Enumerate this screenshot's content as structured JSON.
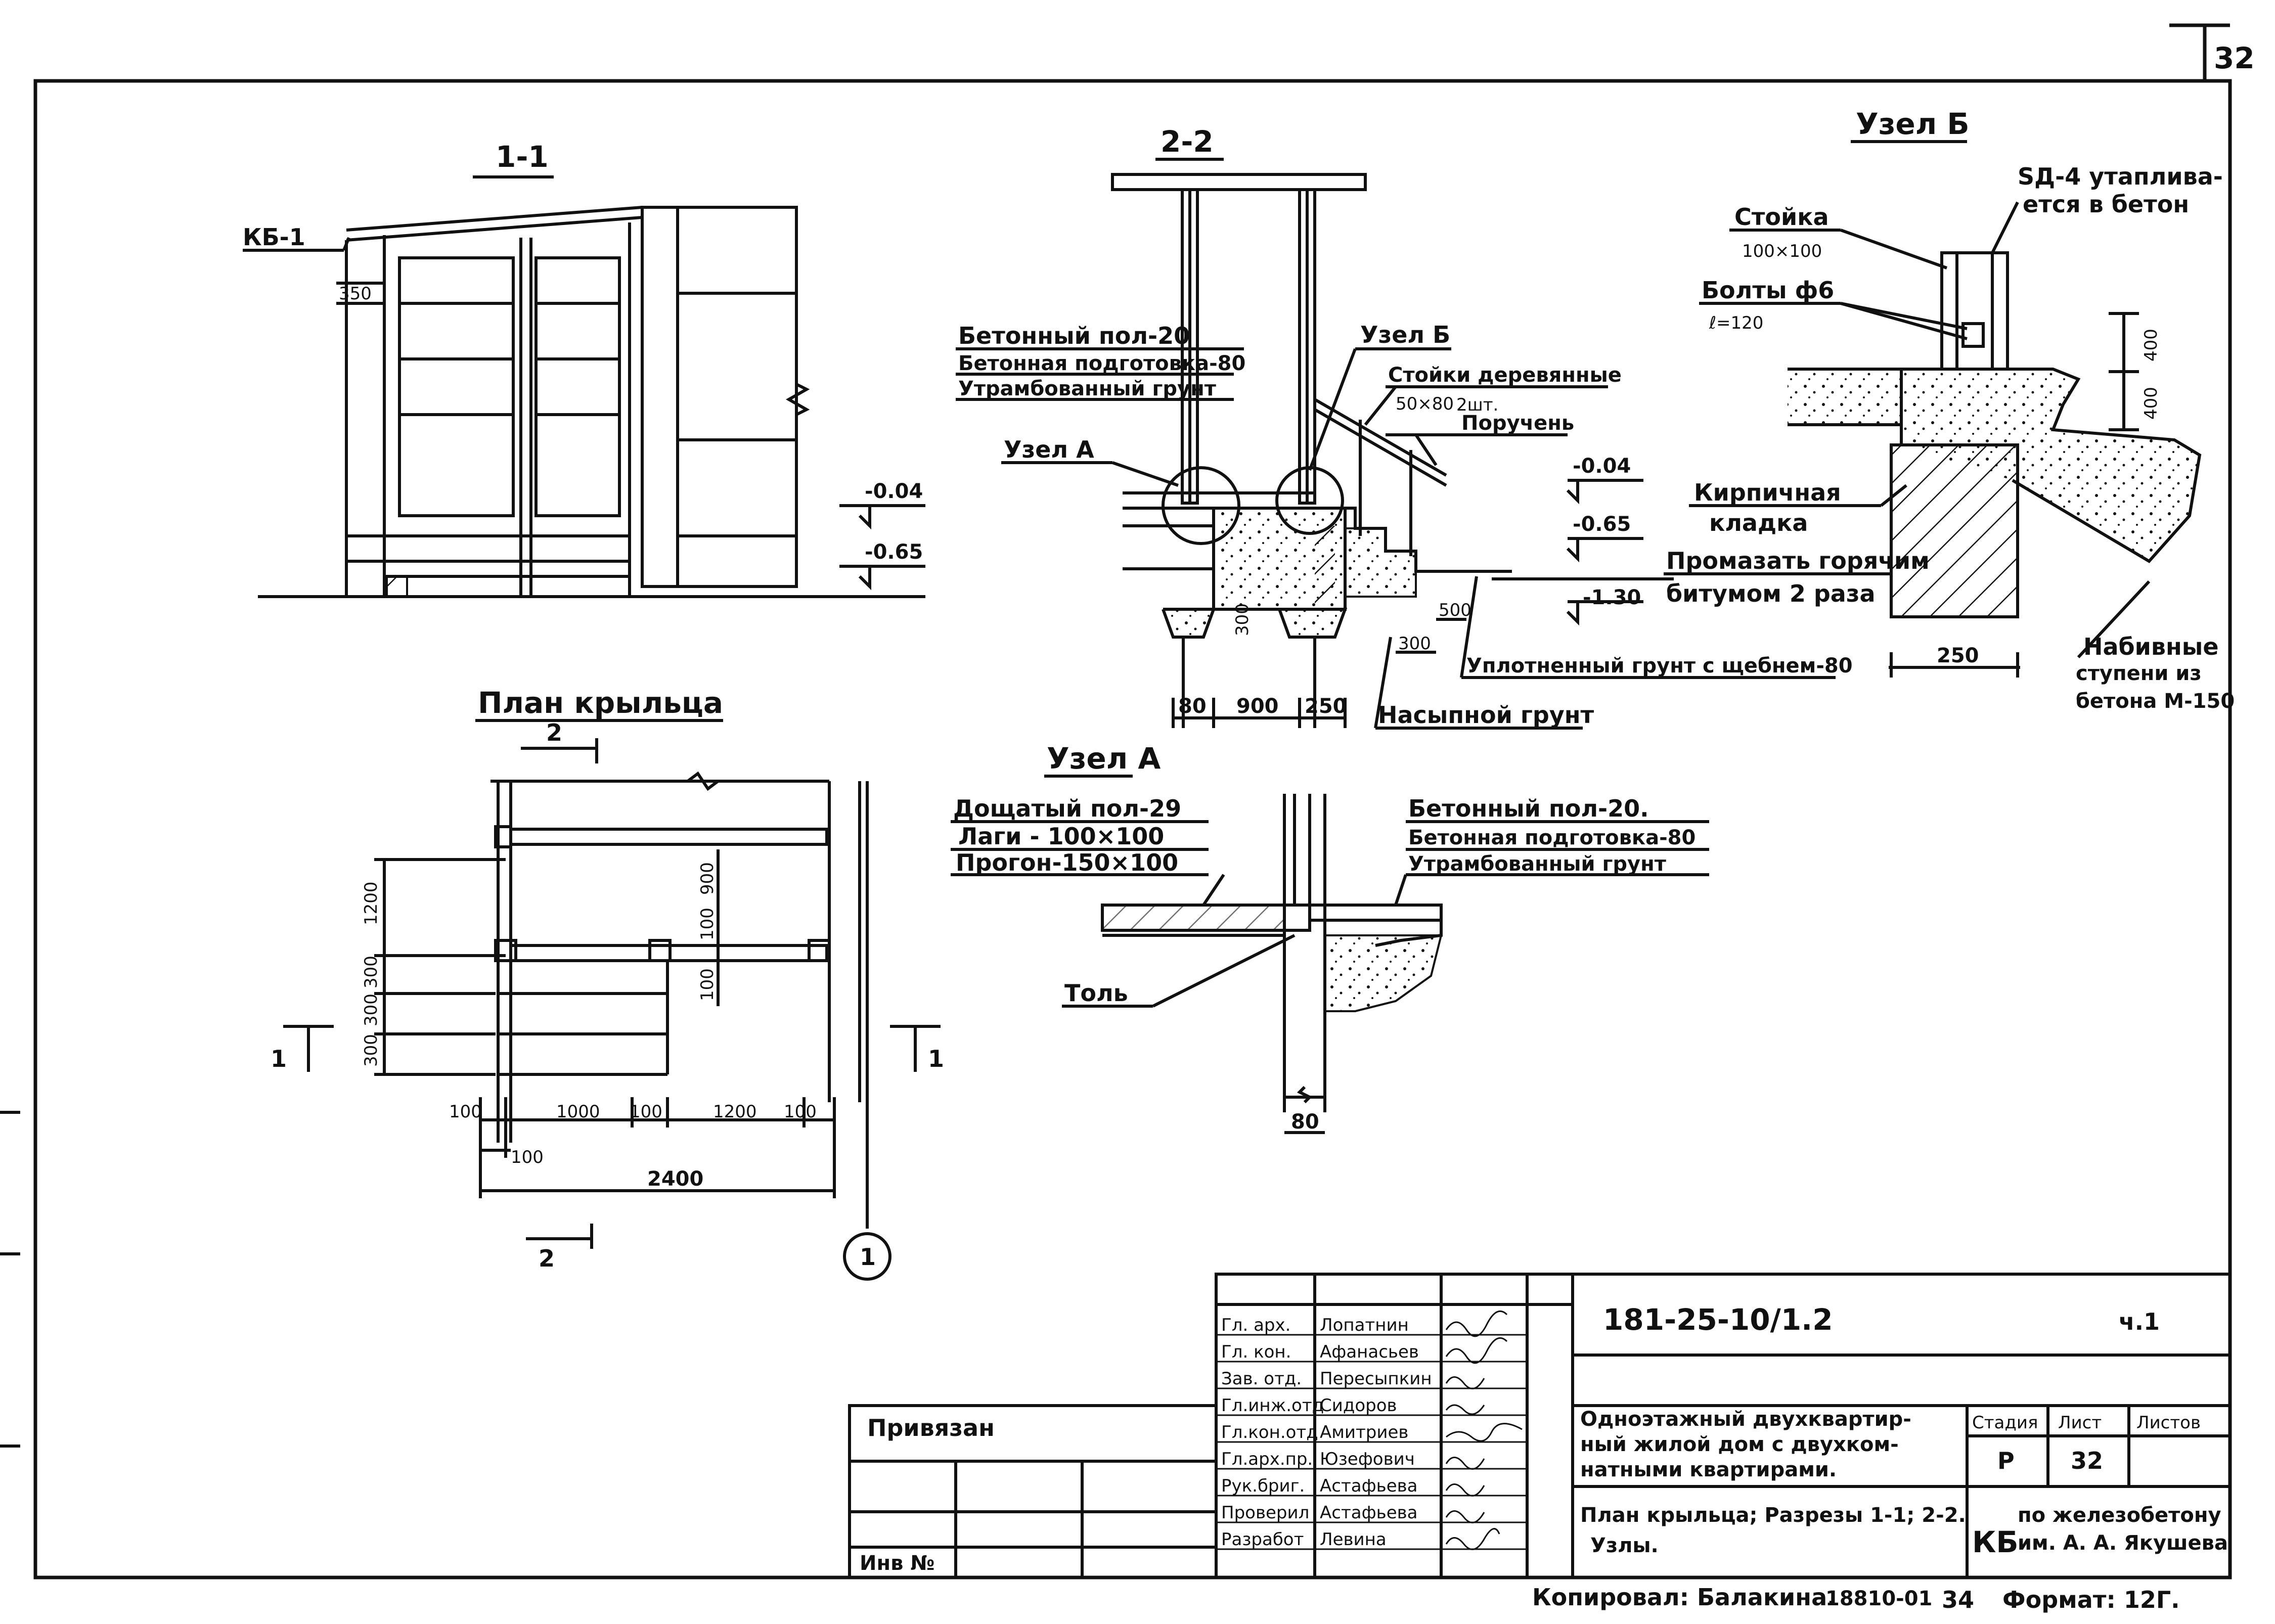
{
  "sheet_number": "32",
  "sections": {
    "s11": {
      "title": "1-1",
      "kb_label": "КБ-1",
      "dim_350": "350",
      "lvl_a": "-0.04",
      "lvl_b": "-0.65"
    },
    "s22": {
      "title": "2-2",
      "floor1": "Бетонный пол-20",
      "floor2": "Бетонная подготовка-80",
      "floor3": "Утрамбованный грунт",
      "node_a": "Узел А",
      "node_b": "Узел Б",
      "posts": "Стойки деревянные",
      "posts_size": "50×80",
      "posts_qty": "2шт.",
      "handrail": "Поручень",
      "lvl_a": "-0.04",
      "lvl_b": "-0.65",
      "lvl_c": "-1.30",
      "dim_300": "300",
      "dim_500": "500",
      "dim_300b": "300",
      "dim_80": "80",
      "dim_900": "900",
      "dim_250": "250",
      "soil": "Уплотненный грунт с щебнем-80",
      "fill": "Насыпной грунт"
    },
    "nodeB": {
      "title": "Узел Б",
      "sd4": "SД-4 утапливается в бетон",
      "sd4_line1": "SД-4 утаплива-",
      "sd4_line2": "ется в бетон",
      "post": "Стойка",
      "post_size": "100×100",
      "bolts": "Болты ф6",
      "bolts_len": "ℓ=120",
      "dim_400a": "400",
      "dim_400b": "400",
      "brick1": "Кирпичная",
      "brick2": "кладка",
      "bitumen1": "Промазать горячим",
      "bitumen2": "битумом 2 раза",
      "dim_250": "250",
      "steps1": "Набивные",
      "steps2": "ступени из",
      "steps3": "бетона М-150"
    },
    "plan": {
      "title": "План крыльца",
      "cut2": "2",
      "cut1": "1",
      "dim_1200": "1200",
      "dim_300a": "300",
      "dim_300b": "300",
      "dim_300c": "300",
      "dim_900": "900",
      "dim_100a": "100",
      "dim_100b": "100",
      "d_100_l": "100",
      "d_1000": "1000",
      "d_100_m": "100",
      "d_1200": "1200",
      "d_100_r": "100",
      "d_100_bot": "100",
      "d_2400": "2400",
      "axis": "1"
    },
    "nodeA": {
      "title": "Узел А",
      "l1": "Дощатый пол-29",
      "l2": "Лаги - 100×100",
      "l3": "Прогон-150×100",
      "r1": "Бетонный пол-20.",
      "r2": "Бетонная подготовка-80",
      "r3": "Утрамбованный грунт",
      "tol": "Толь",
      "dim_80": "80"
    }
  },
  "title_block": {
    "code": "181-25-10/1.2",
    "part": "ч.1",
    "bound": "Привязан",
    "inv": "Инв №",
    "roles": [
      "Гл. арх.",
      "Гл. кон.",
      "Зав. отд.",
      "Гл.инж.отд",
      "Гл.кон.отд",
      "Гл.арх.пр.",
      "Рук.бриг.",
      "Проверил",
      "Разработ"
    ],
    "names": [
      "Лопатнин",
      "Афанасьев",
      "Пересыпкин",
      "Сидоров",
      "Амитриев",
      "Юзефович",
      "Астафьева",
      "Астафьева",
      "Левина"
    ],
    "project1": "Одноэтажный двухквартир-",
    "project2": "ный жилой дом с двухком-",
    "project3": "натными квартирами.",
    "stage_label": "Стадия",
    "sheet_label": "Лист",
    "sheets_label": "Листов",
    "stage": "Р",
    "sheet": "32",
    "sheet_title1": "План крыльца; Разрезы 1-1; 2-2.",
    "sheet_title2": "Узлы.",
    "org_logo": "КБ",
    "org1": "по железобетону",
    "org2": "им. А. А. Якушева"
  },
  "footer": {
    "copied": "Копировал: Балакина.",
    "num": "18810-01",
    "n34": "34",
    "format": "Формат: 12Г."
  }
}
